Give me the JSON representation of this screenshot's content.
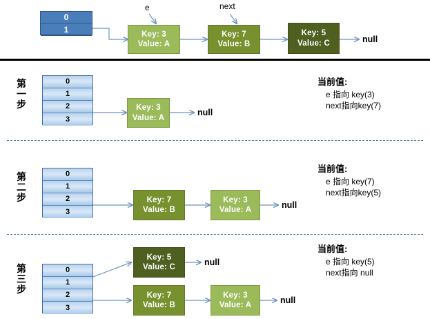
{
  "diagram": {
    "title_colors": {
      "bucket_dark": "#4a7ebb",
      "bucket_light": "#cfe0f5",
      "node_light_green": "#9bba5a",
      "node_mid_green": "#77912f",
      "node_dark_green": "#4f5f20",
      "arrow": "#6a92bf",
      "divider_solid": "#000000",
      "divider_dashed": "#4f7f9f"
    },
    "null_label": "null",
    "top": {
      "bucket_values": [
        "0",
        "1"
      ],
      "pointer_labels": {
        "e": "e",
        "next": "next"
      },
      "nodes": [
        {
          "key": "Key: 3",
          "value": "Value: A",
          "shade": "g-light"
        },
        {
          "key": "Key: 7",
          "value": "Value: B",
          "shade": "g-mid"
        },
        {
          "key": "Key: 5",
          "value": "Value: C",
          "shade": "g-dark"
        }
      ],
      "terminator": "null"
    },
    "steps": [
      {
        "label_chars": [
          "第",
          "一",
          "步"
        ],
        "bucket_values": [
          "0",
          "1",
          "2",
          "3"
        ],
        "nodes": [
          {
            "key": "Key: 3",
            "value": "Value: A",
            "shade": "g-light"
          }
        ],
        "terminator": "null",
        "note": {
          "title": "当前值:",
          "line1": "e 指向 key(3)",
          "line2": "next指向key(7)"
        }
      },
      {
        "label_chars": [
          "第",
          "二",
          "步"
        ],
        "bucket_values": [
          "0",
          "1",
          "2",
          "3"
        ],
        "nodes": [
          {
            "key": "Key: 7",
            "value": "Value: B",
            "shade": "g-mid"
          },
          {
            "key": "Key: 3",
            "value": "Value: A",
            "shade": "g-light"
          }
        ],
        "terminator": "null",
        "note": {
          "title": "当前值:",
          "line1": "e 指向 key(7)",
          "line2": "next指向key(5)"
        }
      },
      {
        "label_chars": [
          "第",
          "三",
          "步"
        ],
        "bucket_values": [
          "0",
          "1",
          "2",
          "3"
        ],
        "chain_top": [
          {
            "key": "Key: 5",
            "value": "Value: C",
            "shade": "g-dark"
          }
        ],
        "chain_bottom": [
          {
            "key": "Key: 7",
            "value": "Value: B",
            "shade": "g-mid"
          },
          {
            "key": "Key: 3",
            "value": "Value: A",
            "shade": "g-light"
          }
        ],
        "terminator_top": "null",
        "terminator_bottom": "null",
        "note": {
          "title": "当前值:",
          "line1": "e 指向 key(5)",
          "line2": "next指向 null"
        }
      }
    ]
  }
}
